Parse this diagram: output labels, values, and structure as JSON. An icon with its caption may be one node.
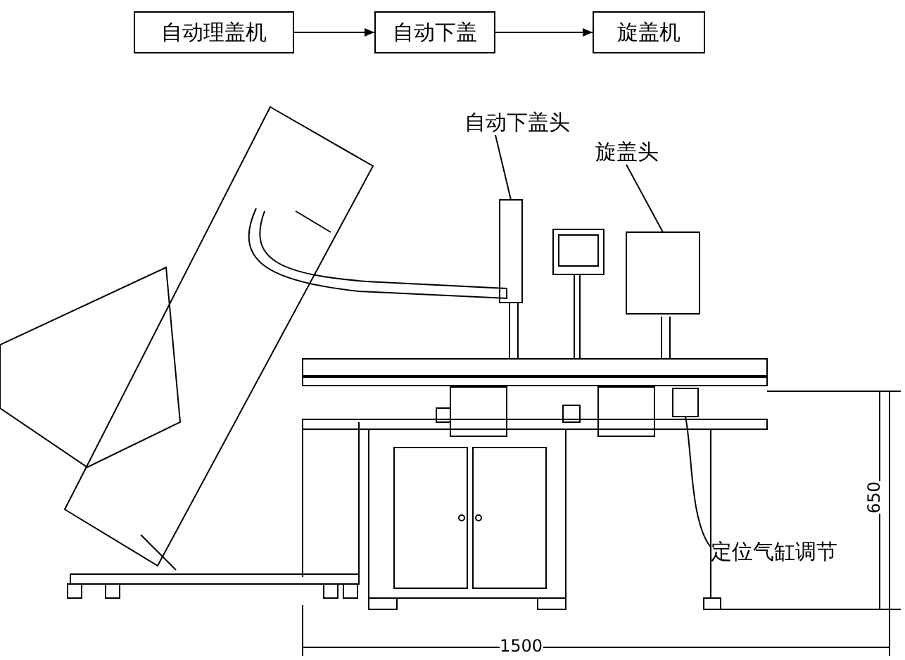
{
  "diagram": {
    "nodes": [
      {
        "text": [
          "自动理盖机"
        ]
      },
      {
        "text": [
          "自动下盖"
        ]
      },
      {
        "text": [
          "旋盖机"
        ]
      },
      {
        "text": [
          "自动下盖头"
        ]
      },
      {
        "text": [],
        "shape": "box"
      },
      {
        "text": [
          "旋盖头"
        ]
      },
      {
        "text": [],
        "shape": "box"
      },
      {
        "text": [
          "定位气缸调节"
        ]
      },
      {
        "text": [],
        "shape": "box"
      }
    ],
    "edges": [
      {
        "from": 0,
        "to": 1,
        "arrow": "to"
      },
      {
        "from": 1,
        "to": 2,
        "arrow": "to"
      },
      {
        "from": 3,
        "to": 4,
        "arrow": "none"
      },
      {
        "from": 5,
        "to": 6,
        "arrow": "none"
      },
      {
        "from": 7,
        "to": 8,
        "arrow": "none"
      }
    ],
    "labels": [
      "1500",
      "650"
    ]
  }
}
